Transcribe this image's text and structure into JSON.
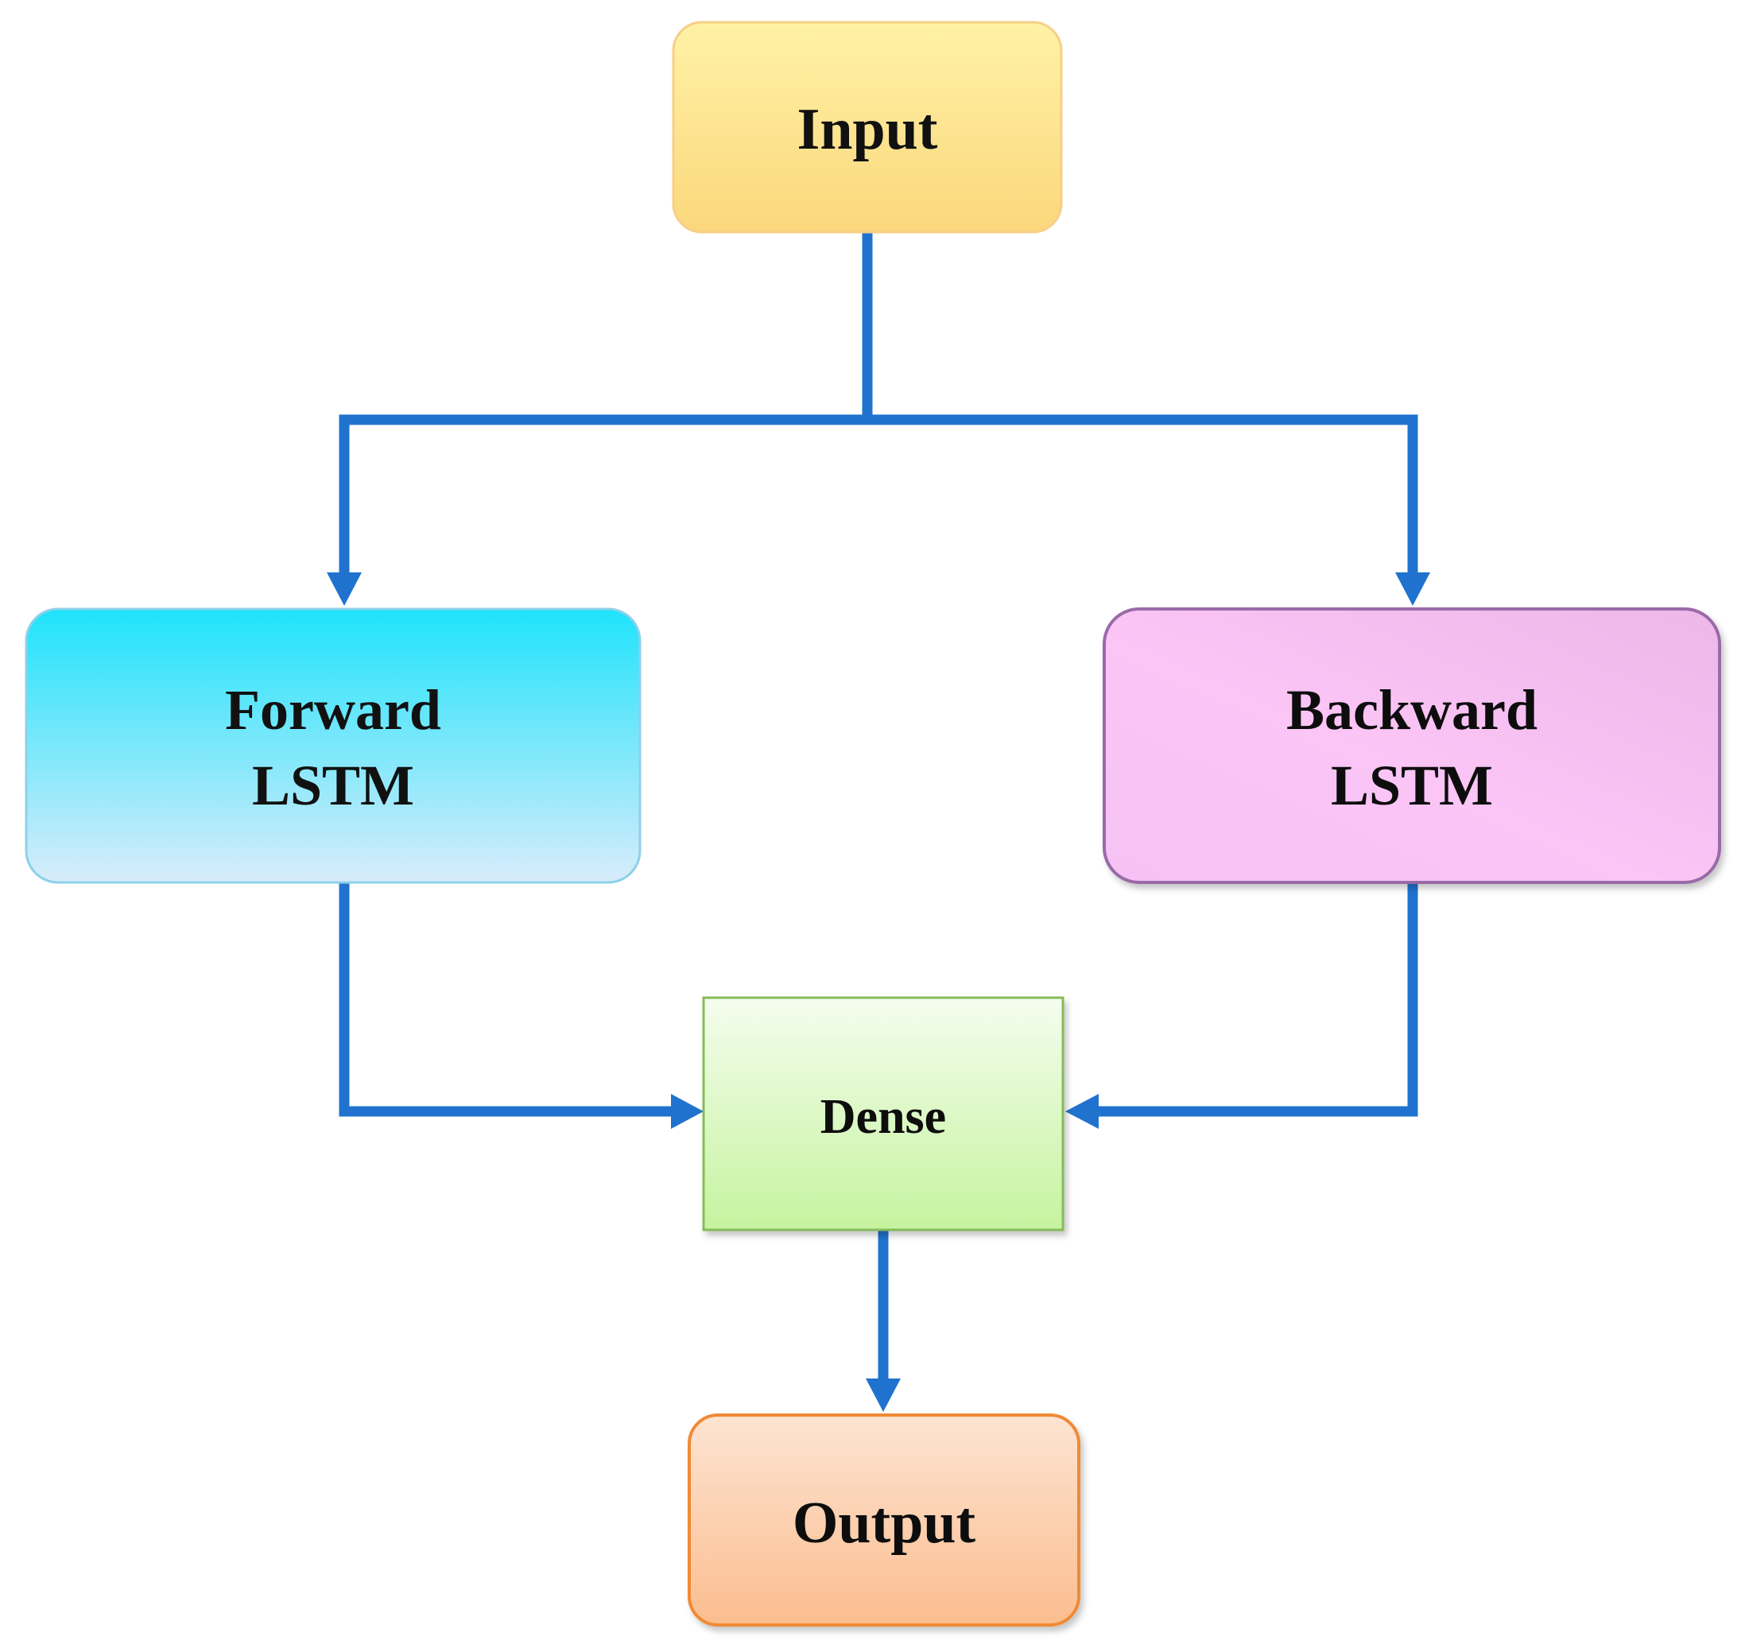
{
  "diagram": {
    "nodes": {
      "input": {
        "lines": [
          "Input"
        ]
      },
      "forward_lstm": {
        "lines": [
          "Forward",
          "LSTM"
        ]
      },
      "backward_lstm": {
        "lines": [
          "Backward",
          "LSTM"
        ]
      },
      "dense": {
        "lines": [
          "Dense"
        ]
      },
      "output": {
        "lines": [
          "Output"
        ]
      }
    },
    "edges": [
      {
        "from": "input",
        "to": "forward_lstm"
      },
      {
        "from": "input",
        "to": "backward_lstm"
      },
      {
        "from": "forward_lstm",
        "to": "dense"
      },
      {
        "from": "backward_lstm",
        "to": "dense"
      },
      {
        "from": "dense",
        "to": "output"
      }
    ],
    "colors": {
      "arrow": "#1f73cf",
      "input_fill_top": "#fff2a6",
      "input_fill_bottom": "#fbd77c",
      "forward_fill_top": "#1ee3fb",
      "forward_fill_bottom": "#d8ecfb",
      "backward_fill": "#f6c2f4",
      "dense_fill_top": "#f4fdee",
      "dense_fill_bottom": "#c6f39f",
      "output_fill_top": "#fde4d2",
      "output_fill_bottom": "#fbbd8f"
    }
  }
}
